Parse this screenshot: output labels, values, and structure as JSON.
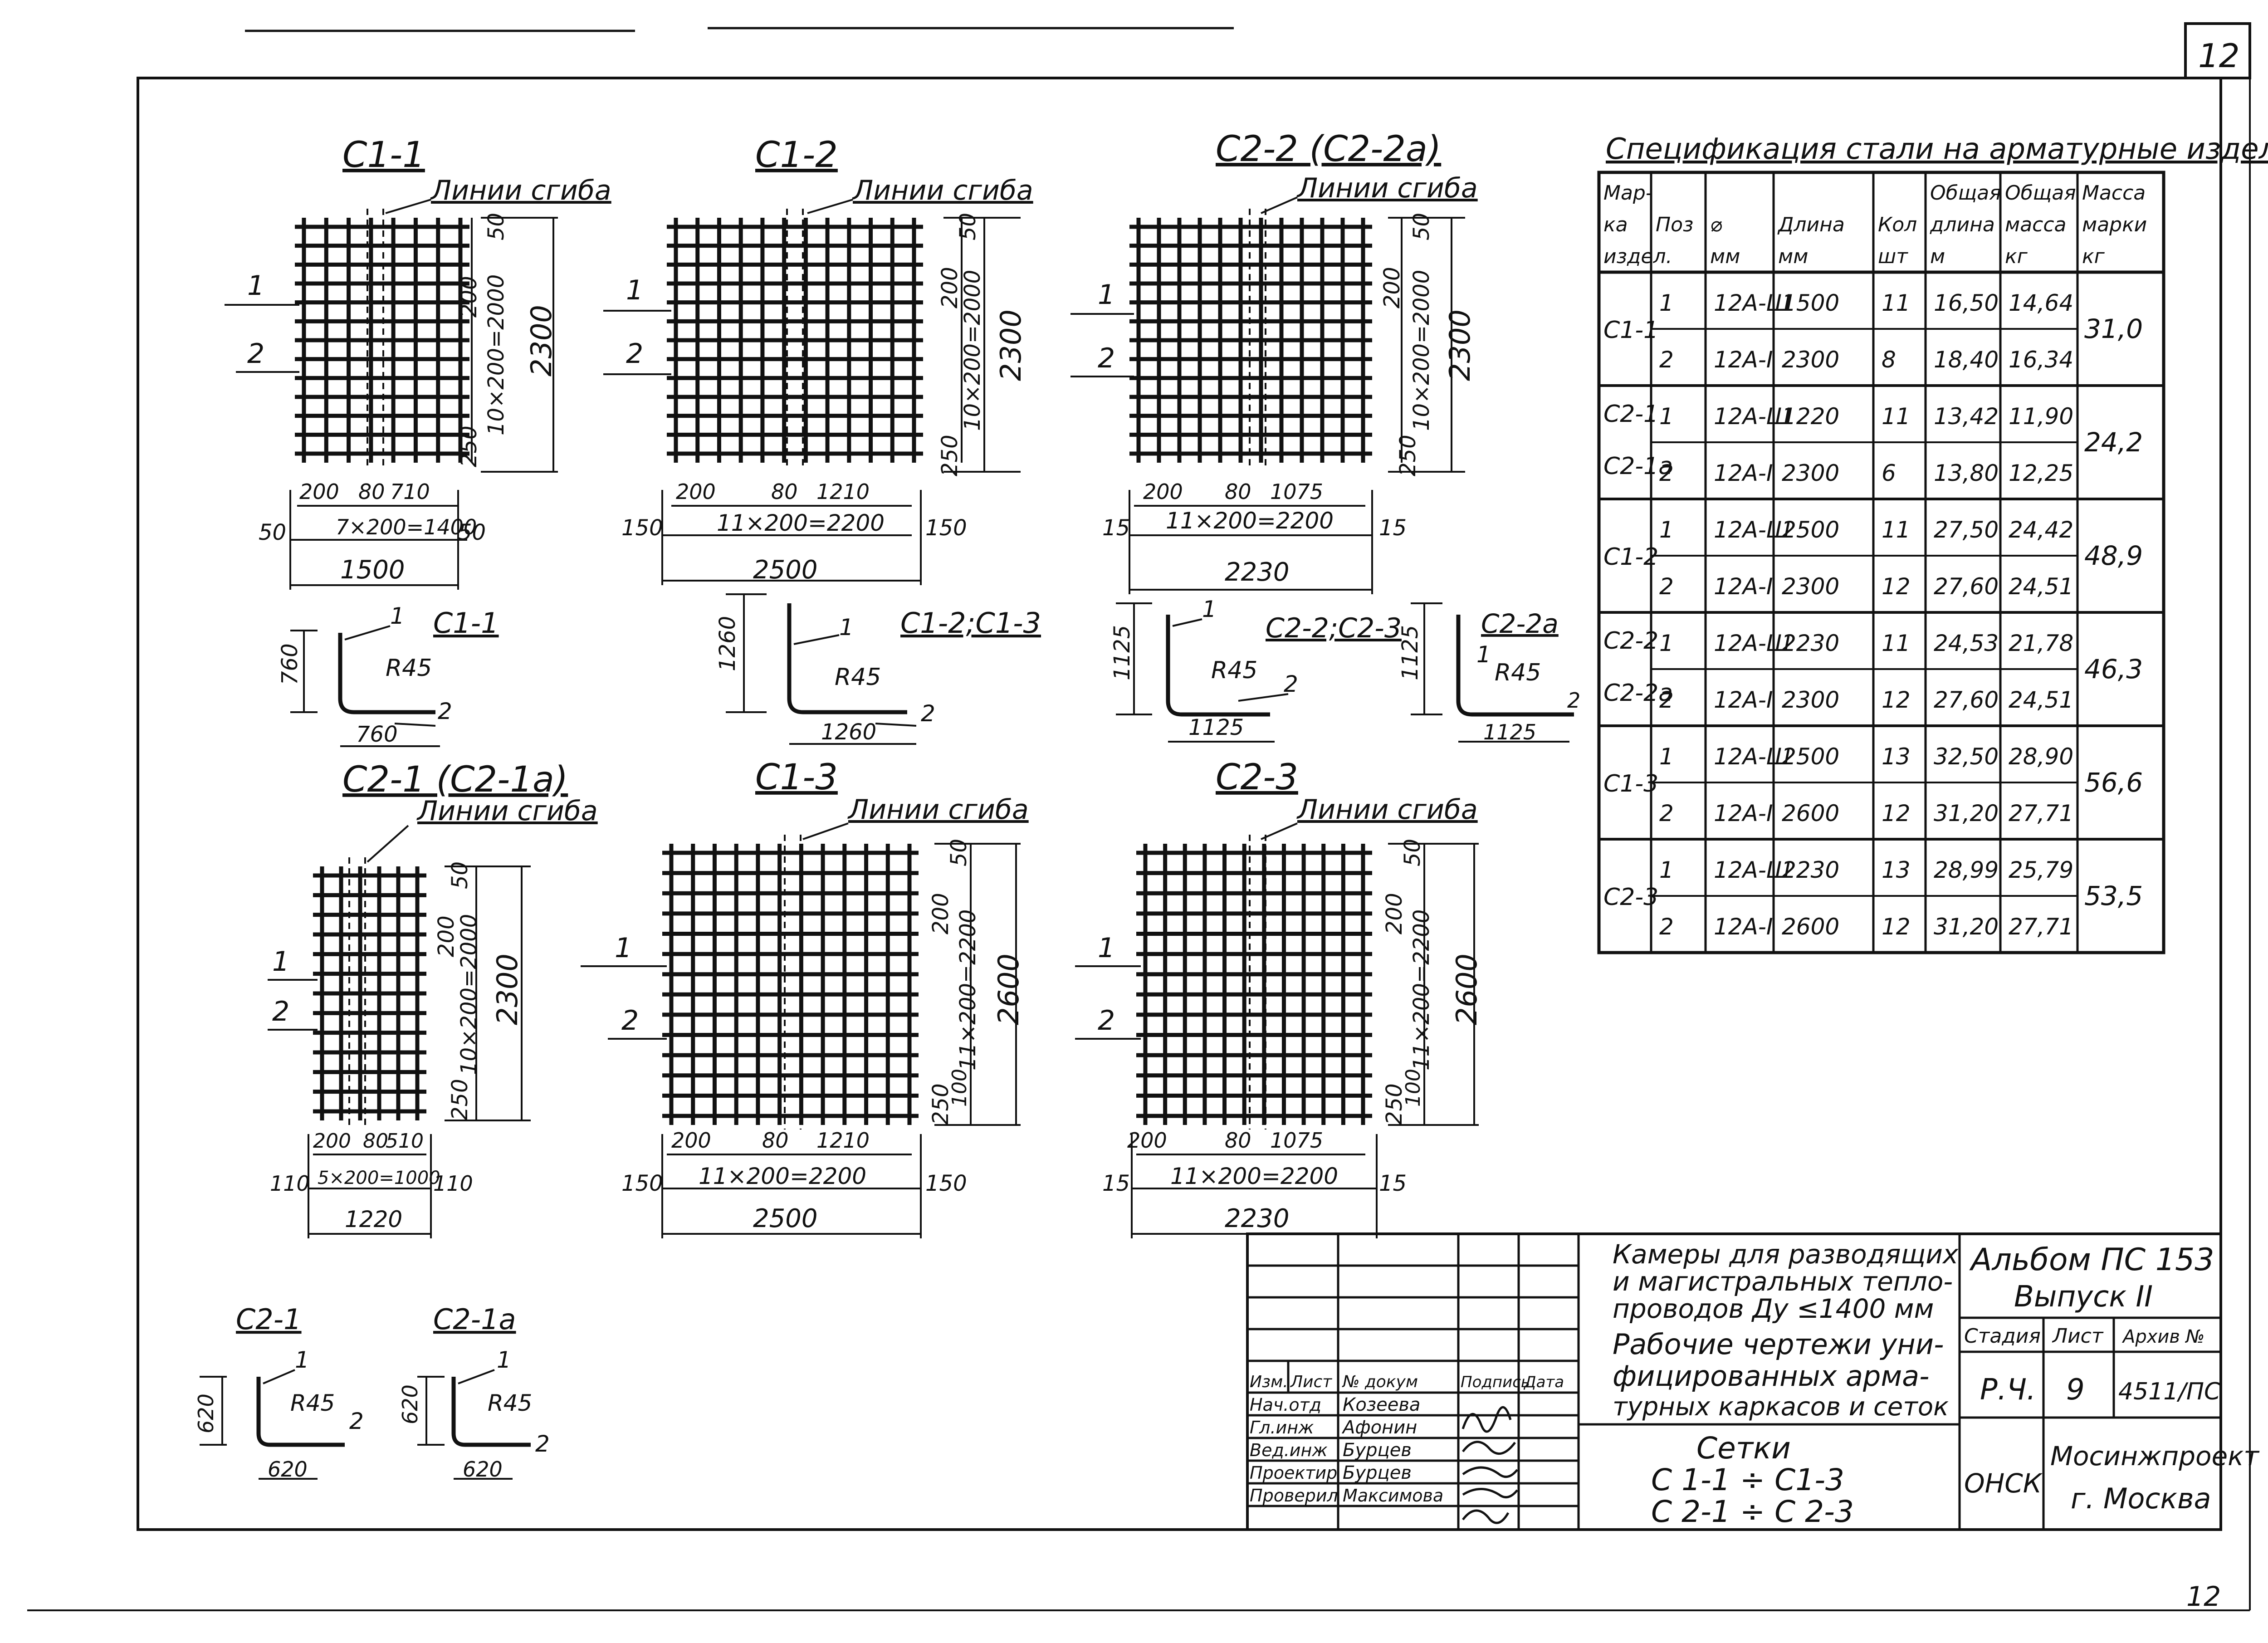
{
  "page_number": "12",
  "page_number_bottom": "12",
  "bend_lines_label": "Линии сгиба",
  "meshes": {
    "c11": {
      "title": "С1-1",
      "pos1": "1",
      "pos2": "2",
      "dim_top": "50",
      "dim_step": "200",
      "dim_run": "10×200=2000",
      "dim_bottom": "250",
      "dim_total": "2300",
      "row1": [
        "200",
        "80",
        "710"
      ],
      "row2": [
        "50",
        "7×200=1400",
        "50"
      ],
      "width": "1500"
    },
    "c12": {
      "title": "С1-2",
      "pos1": "1",
      "pos2": "2",
      "dim_top": "50",
      "dim_step": "200",
      "dim_run": "10×200=2000",
      "dim_bottom": "250",
      "dim_total": "2300",
      "row1": [
        "200",
        "80",
        "1210"
      ],
      "row2": [
        "150",
        "11×200=2200",
        "150"
      ],
      "width": "2500"
    },
    "c22": {
      "title": "С2-2 (С2-2а)",
      "pos1": "1",
      "pos2": "2",
      "dim_top": "50",
      "dim_step": "200",
      "dim_run": "10×200=2000",
      "dim_bottom": "250",
      "dim_total": "2300",
      "row1": [
        "200",
        "80",
        "1075"
      ],
      "row2": [
        "15",
        "11×200=2200",
        "15"
      ],
      "width": "2230"
    },
    "c21": {
      "title": "С2-1 (С2-1а)",
      "pos1": "1",
      "pos2": "2",
      "dim_top": "50",
      "dim_step": "200",
      "dim_run": "10×200=2000",
      "dim_bottom": "250",
      "dim_total": "2300",
      "row1": [
        "200",
        "80",
        "510"
      ],
      "row2": [
        "110",
        "5×200=1000",
        "110"
      ],
      "width": "1220"
    },
    "c13": {
      "title": "С1-3",
      "pos1": "1",
      "pos2": "2",
      "dim_top": "50",
      "dim_step": "200",
      "dim_run": "11×200=2200",
      "dim_bottom": "250",
      "dim_bottom2": "100",
      "dim_total": "2600",
      "row1": [
        "200",
        "80",
        "1210"
      ],
      "row2": [
        "150",
        "11×200=2200",
        "150"
      ],
      "width": "2500"
    },
    "c23": {
      "title": "С2-3",
      "pos1": "1",
      "pos2": "2",
      "dim_top": "50",
      "dim_step": "200",
      "dim_run": "11×200=2200",
      "dim_bottom": "250",
      "dim_bottom2": "100",
      "dim_total": "2600",
      "row1": [
        "200",
        "80",
        "1075"
      ],
      "row2": [
        "15",
        "11×200=2200",
        "15"
      ],
      "width": "2230"
    }
  },
  "bends": {
    "b11": {
      "title": "С1-1",
      "leg": "760",
      "base": "760",
      "radius": "R45",
      "p1": "1",
      "p2": "2"
    },
    "b12": {
      "title": "С1-2;С1-3",
      "leg": "1260",
      "base": "1260",
      "radius": "R45",
      "p1": "1",
      "p2": "2"
    },
    "b22": {
      "title": "С2-2;С2-3",
      "leg": "1125",
      "base": "1125",
      "radius": "R45",
      "p1": "1",
      "p2": "2"
    },
    "b22a": {
      "title": "С2-2а",
      "leg": "1125",
      "base": "1125",
      "radius": "R45",
      "p1": "1",
      "p2": "2"
    },
    "b21": {
      "title": "С2-1",
      "leg": "620",
      "base": "620",
      "radius": "R45",
      "p1": "1",
      "p2": "2"
    },
    "b21a": {
      "title": "С2-1а",
      "leg": "620",
      "base": "620",
      "radius": "R45",
      "p1": "1",
      "p2": "2"
    }
  },
  "spec": {
    "title": "Спецификация стали на арматурные изделия",
    "headers": [
      [
        "Мар-",
        "ка",
        "издел."
      ],
      [
        "",
        "Поз",
        ""
      ],
      [
        "",
        "⌀",
        "мм"
      ],
      [
        "",
        "Длина",
        "мм"
      ],
      [
        "",
        "Кол",
        "шт"
      ],
      [
        "Общая",
        "длина",
        "м"
      ],
      [
        "Общая",
        "масса",
        "кг"
      ],
      [
        "Масса",
        "марки",
        "кг"
      ]
    ],
    "groups": [
      {
        "marks": [
          "С1-1"
        ],
        "mass": "31,0",
        "rows": [
          [
            "1",
            "12А-Ш",
            "1500",
            "11",
            "16,50",
            "14,64"
          ],
          [
            "2",
            "12А-I",
            "2300",
            "8",
            "18,40",
            "16,34"
          ]
        ]
      },
      {
        "marks": [
          "С2-1",
          "С2-1а"
        ],
        "mass": "24,2",
        "rows": [
          [
            "1",
            "12А-Ш",
            "1220",
            "11",
            "13,42",
            "11,90"
          ],
          [
            "2",
            "12А-I",
            "2300",
            "6",
            "13,80",
            "12,25"
          ]
        ]
      },
      {
        "marks": [
          "С1-2"
        ],
        "mass": "48,9",
        "rows": [
          [
            "1",
            "12А-Ш",
            "2500",
            "11",
            "27,50",
            "24,42"
          ],
          [
            "2",
            "12А-I",
            "2300",
            "12",
            "27,60",
            "24,51"
          ]
        ]
      },
      {
        "marks": [
          "С2-2",
          "С2-2а"
        ],
        "mass": "46,3",
        "rows": [
          [
            "1",
            "12А-Ш",
            "2230",
            "11",
            "24,53",
            "21,78"
          ],
          [
            "2",
            "12А-I",
            "2300",
            "12",
            "27,60",
            "24,51"
          ]
        ]
      },
      {
        "marks": [
          "С1-3"
        ],
        "mass": "56,6",
        "rows": [
          [
            "1",
            "12А-Ш",
            "2500",
            "13",
            "32,50",
            "28,90"
          ],
          [
            "2",
            "12А-I",
            "2600",
            "12",
            "31,20",
            "27,71"
          ]
        ]
      },
      {
        "marks": [
          "С2-3"
        ],
        "mass": "53,5",
        "rows": [
          [
            "1",
            "12А-Ш",
            "2230",
            "13",
            "28,99",
            "25,79"
          ],
          [
            "2",
            "12А-I",
            "2600",
            "12",
            "31,20",
            "27,71"
          ]
        ]
      }
    ]
  },
  "title_block": {
    "headers": [
      "Изм.",
      "Лист",
      "№ докум",
      "Подпись",
      "Дата"
    ],
    "people": [
      {
        "role": "Нач.отд",
        "name": "Козеева"
      },
      {
        "role": "Гл.инж",
        "name": "Афонин"
      },
      {
        "role": "Вед.инж",
        "name": "Бурцев"
      },
      {
        "role": "Проектир",
        "name": "Бурцев"
      },
      {
        "role": "Проверил",
        "name": "Максимова"
      }
    ],
    "project_title": [
      "Камеры для разводящих",
      "и магистральных тепло-",
      "проводов Ду ≤1400 мм"
    ],
    "doc_title": [
      "Рабочие чертежи уни-",
      "фицированных арма-",
      "турных каркасов и сеток"
    ],
    "subject": [
      "Сетки",
      "С 1-1 ÷ С1-3",
      "С 2-1 ÷ С 2-3"
    ],
    "album": [
      "Альбом ПС 153",
      "Выпуск II"
    ],
    "col_heads": [
      "Стадия",
      "Лист",
      "Архив №"
    ],
    "stage": "Р.Ч.",
    "sheet": "9",
    "archive": "4511/ПС",
    "dept": "ОНСК",
    "org": [
      "Мосинжпроект",
      "г. Москва"
    ]
  }
}
